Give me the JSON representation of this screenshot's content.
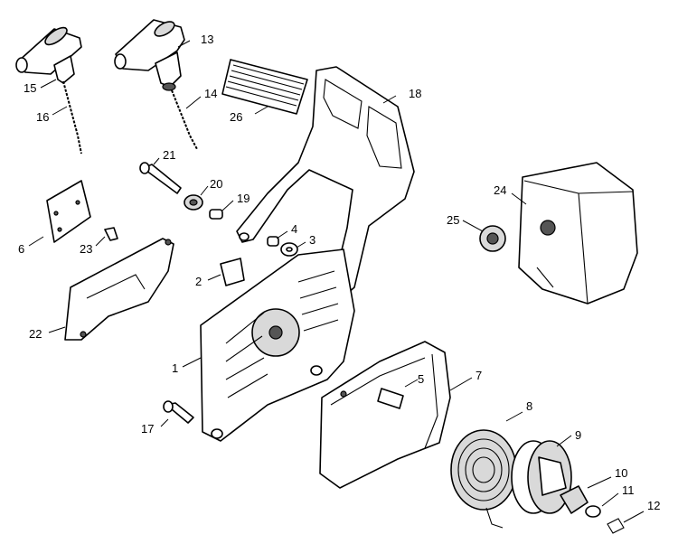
{
  "callouts": {
    "p1": "1",
    "p2": "2",
    "p3": "3",
    "p4": "4",
    "p5": "5",
    "p6": "6",
    "p7": "7",
    "p8": "8",
    "p9": "9",
    "p10": "10",
    "p11": "11",
    "p12": "12",
    "p13": "13",
    "p14": "14",
    "p15": "15",
    "p16": "16",
    "p17": "17",
    "p18": "18",
    "p19": "19",
    "p20": "20",
    "p21": "21",
    "p22": "22",
    "p23": "23",
    "p24": "24",
    "p25": "25",
    "p26": "26"
  }
}
